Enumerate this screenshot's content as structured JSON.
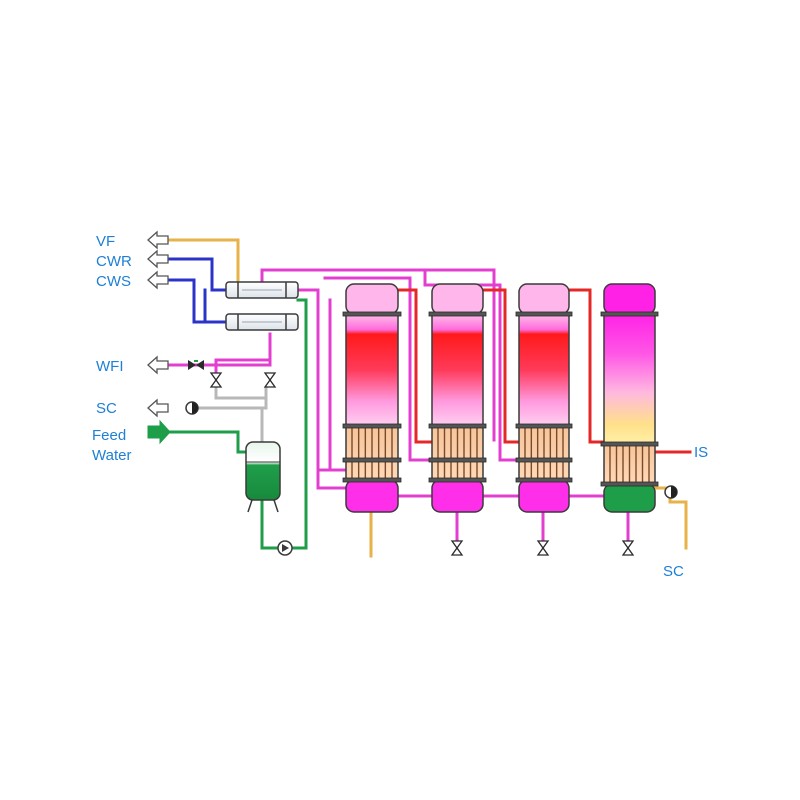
{
  "labels": {
    "vf": "VF",
    "cwr": "CWR",
    "cws": "CWS",
    "wfi": "WFI",
    "sc_left": "SC",
    "feed_water": [
      "Feed",
      "Water"
    ],
    "is": "IS",
    "sc_right": "SC"
  },
  "colors": {
    "label_text": "#1e7fd6",
    "vapor_line": "#e8b24a",
    "cooling_water_line": "#2b33c9",
    "pure_steam_line": "#e23fd0",
    "feed_water_line": "#1f9e4a",
    "steam_line": "#e52727",
    "condensate_line": "#b8b8b8",
    "column_vapor": "#ff2a2a",
    "column_head": "#ff66e0",
    "column_sump": "#ff2ee8",
    "tank": "#1f9e4a",
    "arrow_feed": "#1f9e4a"
  },
  "icons": {
    "outlet_arrow": "hollow-arrow-icon",
    "inlet_arrow": "green-arrow-icon",
    "valve": "valve-icon",
    "pump": "pump-icon",
    "steam_trap": "steam-trap-icon"
  }
}
